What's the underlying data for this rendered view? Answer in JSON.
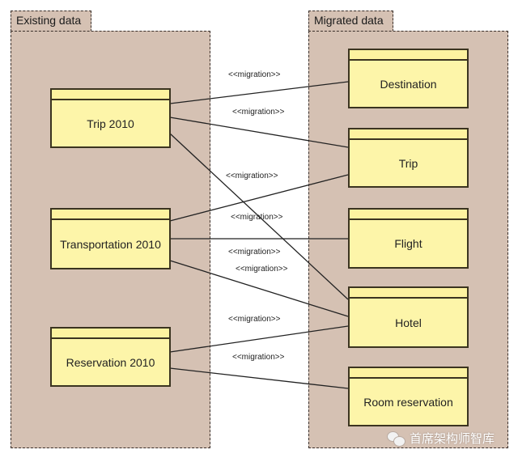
{
  "diagram": {
    "packages": [
      {
        "id": "existing",
        "title": "Existing data"
      },
      {
        "id": "migrated",
        "title": "Migrated data"
      }
    ],
    "existing_classes": [
      {
        "id": "trip2010",
        "name": "Trip 2010"
      },
      {
        "id": "transport2010",
        "name": "Transportation 2010"
      },
      {
        "id": "reservation2010",
        "name": "Reservation 2010"
      }
    ],
    "migrated_classes": [
      {
        "id": "destination",
        "name": "Destination"
      },
      {
        "id": "trip",
        "name": "Trip"
      },
      {
        "id": "flight",
        "name": "Flight"
      },
      {
        "id": "hotel",
        "name": "Hotel"
      },
      {
        "id": "roomres",
        "name": "Room reservation"
      }
    ],
    "dependencies": [
      {
        "from": "trip2010",
        "to": "destination",
        "stereotype": "<<migration>>"
      },
      {
        "from": "trip2010",
        "to": "trip",
        "stereotype": "<<migration>>"
      },
      {
        "from": "trip2010",
        "to": "hotel",
        "stereotype": "<<migration>>"
      },
      {
        "from": "transport2010",
        "to": "trip",
        "stereotype": "<<migration>>"
      },
      {
        "from": "transport2010",
        "to": "flight",
        "stereotype": "<<migration>>"
      },
      {
        "from": "transport2010",
        "to": "hotel",
        "stereotype": "<<migration>>"
      },
      {
        "from": "reservation2010",
        "to": "hotel",
        "stereotype": "<<migration>>"
      },
      {
        "from": "reservation2010",
        "to": "roomres",
        "stereotype": "<<migration>>"
      }
    ]
  },
  "watermark": {
    "text": "首席架构师智库",
    "icon": "wechat-icon"
  }
}
